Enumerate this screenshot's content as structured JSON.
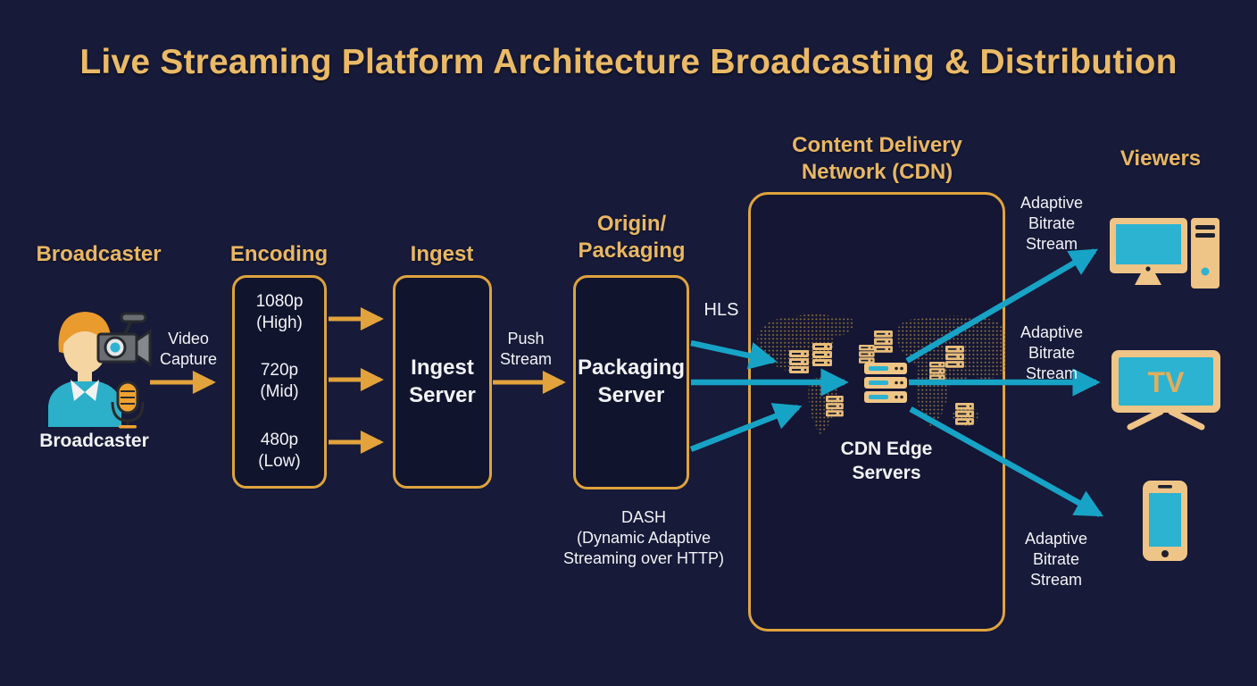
{
  "title": "Live Streaming Platform Architecture Broadcasting & Distribution",
  "colors": {
    "background": "#171a38",
    "gold_heading": "#e9b764",
    "gold_border": "#dda33e",
    "orange_arrow": "#e2a33c",
    "teal_arrow": "#17a3c6",
    "device_tan": "#efc487",
    "screen_teal": "#2bb3d1",
    "white_text": "#f2f3f6"
  },
  "broadcaster": {
    "heading": "Broadcaster",
    "icon": "broadcaster-camera-mic-icon",
    "label": "Broadcaster",
    "capture_label": {
      "line1": "Video",
      "line2": "Capture"
    }
  },
  "encoding": {
    "heading": "Encoding",
    "renditions": [
      {
        "res": "1080p",
        "tier": "(High)"
      },
      {
        "res": "720p",
        "tier": "(Mid)"
      },
      {
        "res": "480p",
        "tier": "(Low)"
      }
    ]
  },
  "ingest": {
    "heading": "Ingest",
    "server": {
      "line1": "Ingest",
      "line2": "Server"
    },
    "push_label": {
      "line1": "Push",
      "line2": "Stream"
    }
  },
  "packaging": {
    "heading": {
      "line1": "Origin/",
      "line2": "Packaging"
    },
    "server": {
      "line1": "Packaging",
      "line2": "Server"
    },
    "hls_label": "HLS",
    "dash_label": {
      "line1": "DASH",
      "line2": "(Dynamic Adaptive",
      "line3": "Streaming over HTTP)"
    }
  },
  "cdn": {
    "heading": {
      "line1": "Content Delivery",
      "line2": "Network (CDN)"
    },
    "edge_label": {
      "line1": "CDN Edge",
      "line2": "Servers"
    }
  },
  "viewers": {
    "heading": "Viewers",
    "tv_screen_label": "TV",
    "stream_labels": [
      {
        "line1": "Adaptive",
        "line2": "Bitrate",
        "line3": "Stream"
      },
      {
        "line1": "Adaptive",
        "line2": "Bitrate",
        "line3": "Stream"
      },
      {
        "line1": "Adaptive",
        "line2": "Bitrate",
        "line3": "Stream"
      }
    ]
  }
}
